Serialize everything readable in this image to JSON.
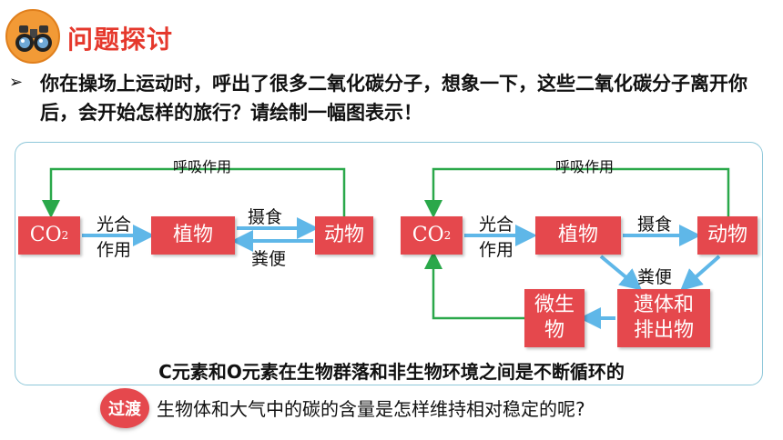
{
  "header": {
    "title": "问题探讨",
    "icon": "binoculars-icon"
  },
  "question": {
    "bullet": "➢",
    "text": "你在操场上运动时，呼出了很多二氧化碳分子，想象一下，这些二氧化碳分子离开你后，会开始怎样的旅行？请绘制一幅图表示！"
  },
  "left_diagram": {
    "co2_main": "CO",
    "co2_sub": "2",
    "plant": "植物",
    "animal": "动物",
    "label_photo_1": "光合",
    "label_photo_2": "作用",
    "label_eat": "摄食",
    "label_feces": "粪便",
    "label_resp": "呼吸作用"
  },
  "right_diagram": {
    "co2_main": "CO",
    "co2_sub": "2",
    "plant": "植物",
    "animal": "动物",
    "remains": "遗体和\n排出物",
    "microbe": "微生\n物",
    "label_photo_1": "光合",
    "label_photo_2": "作用",
    "label_eat": "摄食",
    "label_feces": "粪便",
    "label_resp": "呼吸作用"
  },
  "conclusion": "C元素和O元素在生物群落和非生物环境之间是不断循环的",
  "transition": {
    "badge": "过渡",
    "text": "生物体和大气中的碳的含量是怎样维持相对稳定的呢?"
  },
  "colors": {
    "box": "#e5484d",
    "green_line": "#2aa84a",
    "blue_arrow": "#5fb7e8",
    "title": "#e5382c"
  }
}
